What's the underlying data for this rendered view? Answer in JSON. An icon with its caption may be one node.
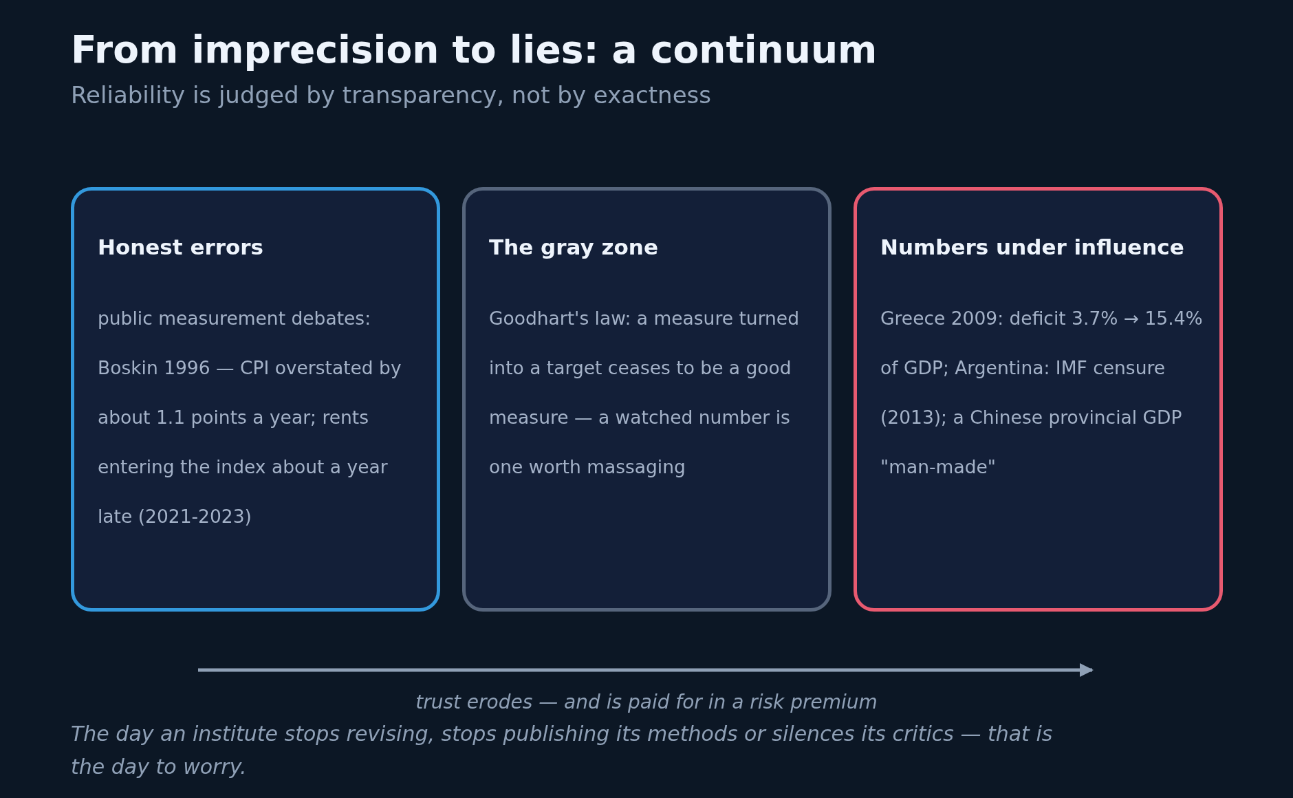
{
  "diagram": {
    "title": "From imprecision to lies: a continuum",
    "nodes": [
      {
        "text": [
          "Reliability is judged by transparency, not by exactness"
        ]
      },
      {
        "text": [
          "Honest errors",
          "public measurement debates: Boskin 1996 — CPI overstated by about 1.1 points a year; rents entering the index about a year late (2021-2023)"
        ]
      },
      {
        "text": [
          "The gray zone",
          "Goodhart's law: a measure turned into a target ceases to be a good measure — a watched number is one worth massaging"
        ]
      },
      {
        "text": [
          "Numbers under influence",
          "Greece 2009: deficit 3.7% → 15.4% of GDP; Argentina: IMF censure (2013); a Chinese provincial GDP \"man-made\""
        ]
      }
    ],
    "edges": [],
    "labels": [
      "trust erodes — and is paid for in a risk premium"
    ],
    "caption": "The day an institute stops revising, stops publishing its methods or silences its critics — that is the day to worry."
  }
}
